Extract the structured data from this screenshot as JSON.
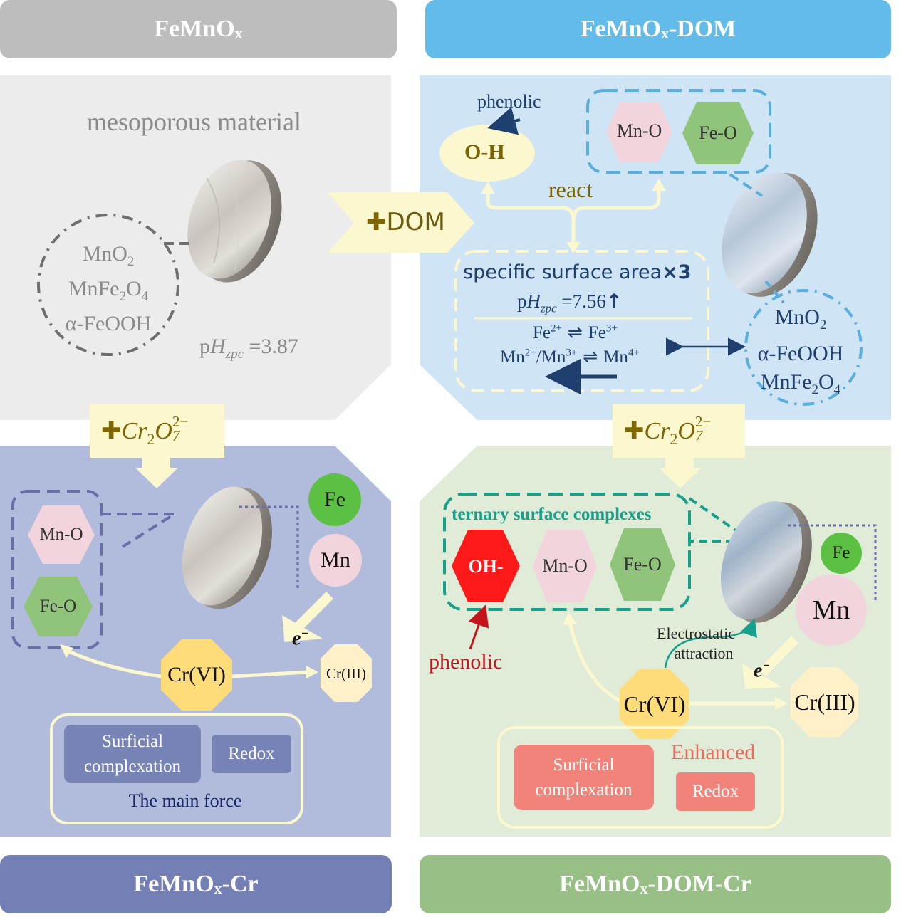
{
  "headers": {
    "tl": {
      "main": "FeMnO",
      "sub": "x",
      "tail": ""
    },
    "tr": {
      "main": "FeMnO",
      "sub": "x",
      "tail": "-DOM"
    },
    "bl": {
      "main": "FeMnO",
      "sub": "x",
      "tail": "-Cr"
    },
    "br": {
      "main": "FeMnO",
      "sub": "x",
      "tail": "-DOM-Cr"
    }
  },
  "colors": {
    "gray_header": "#bdbdbd",
    "blue_header": "#62bbe8",
    "purple_header": "#7480b5",
    "green_header": "#98bf86",
    "gray_panel": "#ececec",
    "blue_panel": "#cfe4f4",
    "purple_panel": "#b1bbdb",
    "green_panel": "#e0ecd8",
    "pale_yellow": "#fbf8d0",
    "pink": "#f2d4dc",
    "green_hex": "#8fc47a",
    "red_hex": "#ff1a1a",
    "cr_vi": "#ffdc7a",
    "cr_iii": "#fff0c8",
    "salmon": "#f2837a",
    "slate": "#7683b4"
  },
  "tl": {
    "title": "mesoporous material",
    "phases": [
      "MnO",
      "MnFe",
      "α-FeOOH"
    ],
    "mno2_sub": "2",
    "mnfe2o4_parts": [
      "MnFe",
      "2",
      "O",
      "4"
    ],
    "ph_label": "p",
    "ph_h": "H",
    "ph_sub": "zpc",
    "ph_value": "=3.87"
  },
  "dom_arrow": {
    "plus": "✚",
    "label": "DOM"
  },
  "tr": {
    "phenolic": "phenolic",
    "oh": "O-H",
    "mno": "Mn-O",
    "feo": "Fe-O",
    "react": "react",
    "ssa": "specific surface area",
    "ssa_factor": "×3",
    "ph_label": "p",
    "ph_h": "H",
    "ph_sub": "zpc",
    "ph_value": "=7.56",
    "ph_arrow": "↑",
    "fe_redox": {
      "a": "Fe",
      "a_sup": "2+",
      "eq": " ⇌ ",
      "b": "Fe",
      "b_sup": "3+"
    },
    "mn_redox": {
      "a": "Mn",
      "a_sup": "2+",
      "mid": "/Mn",
      "mid_sup": "3+",
      "eq": " ⇌ ",
      "b": "Mn",
      "b_sup": "4+"
    },
    "phases": {
      "mno2": "MnO",
      "mno2_sub": "2",
      "feooh": "α-FeOOH",
      "mnfe2o4": "MnFe",
      "mnfe2o4_sub1": "2",
      "mnfe2o4_o": "O",
      "mnfe2o4_sub2": "4"
    }
  },
  "cr_arrow": {
    "plus": "✚",
    "cr": "Cr",
    "cr_sub": "2",
    "o": "O",
    "o_sup": "2−",
    "o_sub": "7"
  },
  "bl": {
    "mno": "Mn-O",
    "feo": "Fe-O",
    "fe": "Fe",
    "mn": "Mn",
    "electron": "e",
    "electron_sup": "−",
    "cr_vi": "Cr(VI)",
    "cr_iii": "Cr(III)",
    "surficial": "Surficial",
    "complexation": "complexation",
    "redox": "Redox",
    "main_force": "The main force"
  },
  "br": {
    "ternary": "ternary surface complexes",
    "oh_minus": "OH-",
    "mno": "Mn-O",
    "feo": "Fe-O",
    "phenolic": "phenolic",
    "fe": "Fe",
    "mn": "Mn",
    "electrostatic": "Electrostatic",
    "attraction": "attraction",
    "electron": "e",
    "electron_sup": "−",
    "cr_vi": "Cr(VI)",
    "cr_iii": "Cr(III)",
    "enhanced": "Enhanced",
    "surficial": "Surficial",
    "complexation": "complexation",
    "redox": "Redox"
  }
}
